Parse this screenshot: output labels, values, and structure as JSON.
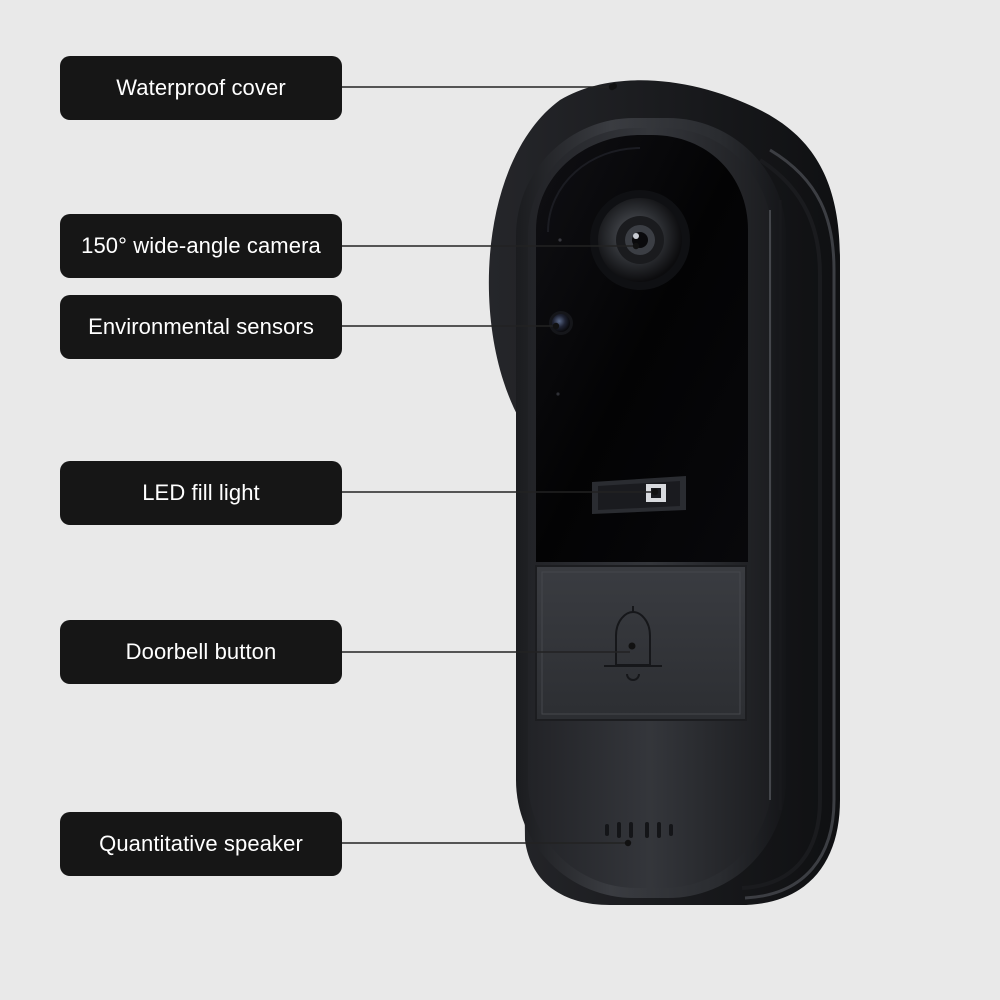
{
  "colors": {
    "background": "#e9e9e9",
    "callout_fill": "#161616",
    "callout_text": "#ffffff",
    "leader_line": "#222222",
    "device_shell": "#2b2d31",
    "device_face": "#050507"
  },
  "labels": {
    "waterproof_cover": "Waterproof cover",
    "camera": "150° wide-angle camera",
    "sensors": "Environmental sensors",
    "led": "LED fill light",
    "doorbell_button": "Doorbell button",
    "speaker": "Quantitative speaker"
  },
  "icons": {
    "doorbell_button": "bell-icon",
    "speaker": "speaker-grille-icon"
  }
}
